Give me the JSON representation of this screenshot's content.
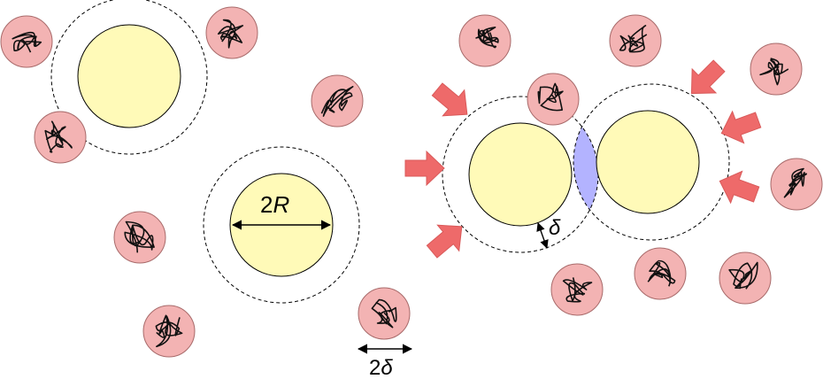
{
  "labels": {
    "diameter_number": "2",
    "diameter_symbol": "R",
    "delta_symbol": "δ",
    "width_number": "2",
    "width_symbol": "δ"
  },
  "colors": {
    "large_particle_fill": "#fffab8",
    "small_particle_fill": "#f3b3b3",
    "small_particle_stroke": "#a86a6a",
    "overlap_fill": "#b3b3ff",
    "arrow_fill": "#ee6a6a",
    "dashed_stroke": "#000000"
  },
  "icons": {
    "polymer_coil": "polymer-coil-icon",
    "pressure_arrow": "pressure-arrow-icon"
  }
}
